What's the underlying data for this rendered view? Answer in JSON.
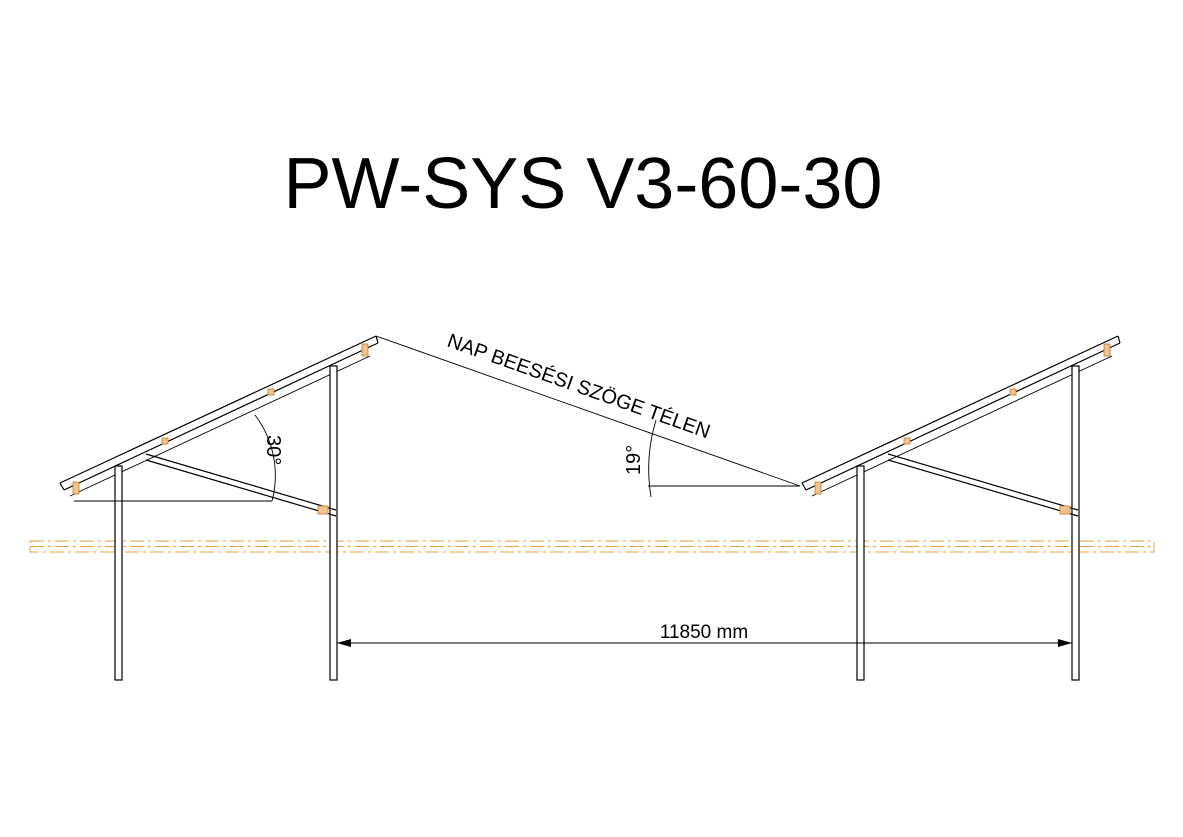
{
  "title": "PW-SYS V3-60-30",
  "annotations": {
    "sun_angle_label": "NAP BEESÉSI SZÖGE TÉLEN",
    "panel_tilt": "30°",
    "winter_sun_angle": "19°",
    "row_spacing": "11850 mm"
  },
  "colors": {
    "structure": "#000000",
    "ground_line": "#e8a23c"
  }
}
